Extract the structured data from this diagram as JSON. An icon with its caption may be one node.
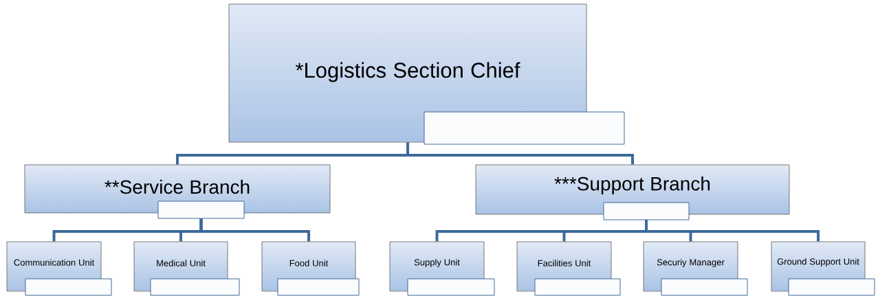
{
  "diagram": {
    "nodes": [
      {
        "text": [
          "*Logistics Section Chief"
        ]
      },
      {
        "text": [],
        "shape": "box"
      },
      {
        "text": [
          "**Service Branch"
        ]
      },
      {
        "text": [],
        "shape": "box"
      },
      {
        "text": [
          "***Support Branch"
        ]
      },
      {
        "text": [],
        "shape": "box"
      },
      {
        "text": [
          "Communication Unit"
        ]
      },
      {
        "text": [],
        "shape": "box"
      },
      {
        "text": [
          "Medical Unit"
        ]
      },
      {
        "text": [],
        "shape": "box"
      },
      {
        "text": [
          "Food Unit"
        ]
      },
      {
        "text": [],
        "shape": "box"
      },
      {
        "text": [
          "Supply Unit"
        ]
      },
      {
        "text": [],
        "shape": "box"
      },
      {
        "text": [
          "Facilities Unit"
        ]
      },
      {
        "text": [],
        "shape": "box"
      },
      {
        "text": [
          "Securiy Manager"
        ]
      },
      {
        "text": [],
        "shape": "box"
      },
      {
        "text": [
          "Ground Support Unit"
        ]
      },
      {
        "text": [],
        "shape": "box"
      }
    ],
    "edges": [
      {
        "from": 0,
        "to": 2,
        "arrow": "none"
      },
      {
        "from": 0,
        "to": 4,
        "arrow": "none"
      },
      {
        "from": 3,
        "to": 6,
        "arrow": "none"
      },
      {
        "from": 3,
        "to": 8,
        "arrow": "none"
      },
      {
        "from": 3,
        "to": 10,
        "arrow": "none"
      },
      {
        "from": 5,
        "to": 12,
        "arrow": "none"
      },
      {
        "from": 5,
        "to": 14,
        "arrow": "none"
      },
      {
        "from": 5,
        "to": 16,
        "arrow": "none"
      },
      {
        "from": 5,
        "to": 18,
        "arrow": "none"
      }
    ]
  }
}
